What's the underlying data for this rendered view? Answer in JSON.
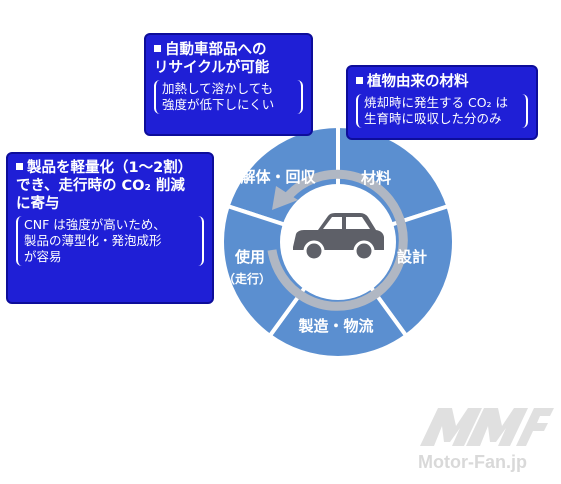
{
  "colors": {
    "segment": "#5b8fd0",
    "segment_border": "#ffffff",
    "center": "#ffffff",
    "arrow": "#b0b7c3",
    "callout_bg": "#1f1fd6",
    "callout_border": "#0d0d9a"
  },
  "segments": {
    "dismantle": "解体・回収",
    "material": "材料",
    "design": "設計",
    "manufacture": "製造・物流",
    "use": "使用",
    "use_sub": "（走行）"
  },
  "center_icon": "car-icon",
  "callouts": {
    "left": {
      "head_lines": [
        "製品を軽量化（1～2割）",
        "でき、走行時の CO₂ 削減",
        "に寄与"
      ],
      "sub_lines": [
        "CNF は強度が高いため、",
        "製品の薄型化・発泡成形",
        "が容易"
      ]
    },
    "top": {
      "head_lines": [
        "自動車部品への",
        "リサイクルが可能"
      ],
      "sub_lines": [
        "加熱して溶かしても",
        "強度が低下しにくい"
      ]
    },
    "right": {
      "head_lines": [
        "植物由来の材料"
      ],
      "sub_lines": [
        "焼却時に発生する CO₂ は",
        "生育時に吸収した分のみ"
      ]
    }
  },
  "watermark": "Motor-Fan.jp"
}
